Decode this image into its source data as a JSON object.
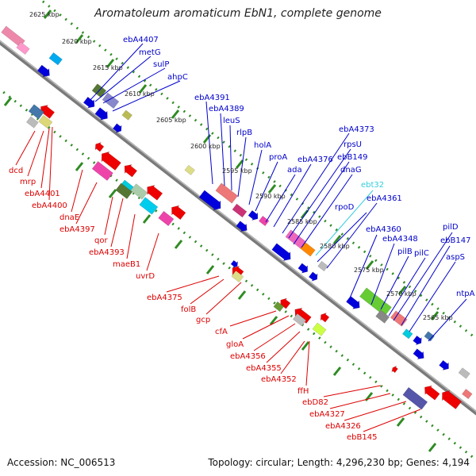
{
  "title": "Aromatoleum aromaticum EbN1, complete genome",
  "footer": {
    "accession": "Accession: NC_006513",
    "summary": "Topology: circular; Length: 4,296,230 bp; Genes: 4,194"
  },
  "colors": {
    "backbone": "#808080",
    "tick_ring": "#2e8b22",
    "forward_label": "#0000cc",
    "reverse_label": "#dd0000",
    "rna_label": "#33ccdd",
    "forward_gene": "#0000dd",
    "reverse_gene": "#ee0000"
  },
  "kbp_ticks": [
    "2625 kbp",
    "2620 kbp",
    "2615 kbp",
    "2610 kbp",
    "2605 kbp",
    "2600 kbp",
    "2595 kbp",
    "2590 kbp",
    "2585 kbp",
    "2580 kbp",
    "2575 kbp",
    "2570 kbp",
    "2565 kbp"
  ],
  "forward_labels": [
    "ebA4407",
    "metG",
    "sulP",
    "ahpC",
    "ebA4391",
    "ebA4389",
    "leuS",
    "rlpB",
    "holA",
    "proA",
    "ada",
    "ebA4376",
    "ebA4373",
    "rpsU",
    "ebB149",
    "dnaG",
    "rpoD",
    "ebA4361",
    "ebA4360",
    "ebA4348",
    "pilB",
    "pilC",
    "pilD",
    "ebB147",
    "aspS",
    "ntpA"
  ],
  "rna_labels": [
    "ebt32"
  ],
  "reverse_labels": [
    "dcd",
    "mrp",
    "ebA4401",
    "ebA4400",
    "dnaE",
    "ebA4397",
    "qor",
    "ebA4393",
    "maeB1",
    "uvrD",
    "ebA4375",
    "folB",
    "gcp",
    "cfA",
    "gloA",
    "ebA4356",
    "ebA4355",
    "ebA4352",
    "ffH",
    "ebD82",
    "ebA4327",
    "ebA4326",
    "ebB145"
  ]
}
